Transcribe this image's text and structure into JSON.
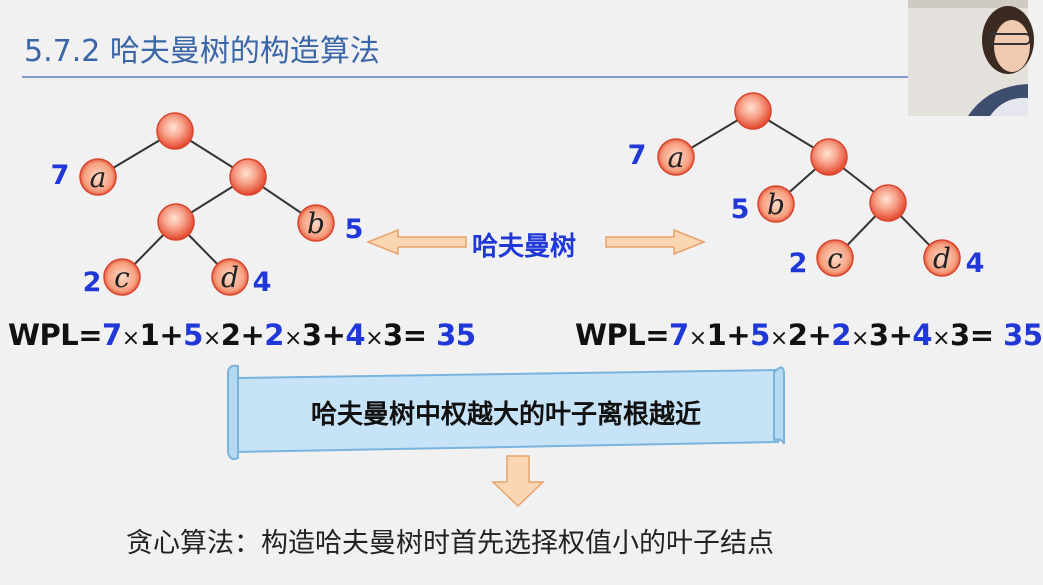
{
  "slide": {
    "title": "5.7.2 哈夫曼树的构造算法"
  },
  "left_tree": {
    "leaves": [
      {
        "letter": "a",
        "weight": "7"
      },
      {
        "letter": "b",
        "weight": "5"
      },
      {
        "letter": "c",
        "weight": "2"
      },
      {
        "letter": "d",
        "weight": "4"
      }
    ]
  },
  "right_tree": {
    "leaves": [
      {
        "letter": "a",
        "weight": "7"
      },
      {
        "letter": "b",
        "weight": "5"
      },
      {
        "letter": "c",
        "weight": "2"
      },
      {
        "letter": "d",
        "weight": "4"
      }
    ]
  },
  "center_label": "哈夫曼树",
  "wpl_left": {
    "prefix": "WPL=",
    "terms": [
      {
        "w": "7",
        "x": "×",
        "d": "1"
      },
      {
        "w": "5",
        "x": "×",
        "d": "2"
      },
      {
        "w": "2",
        "x": "×",
        "d": "3"
      },
      {
        "w": "4",
        "x": "×",
        "d": "3"
      }
    ],
    "equals": "=",
    "result": "35"
  },
  "wpl_right": {
    "prefix": "WPL=",
    "terms": [
      {
        "w": "7",
        "x": "×",
        "d": "1"
      },
      {
        "w": "5",
        "x": "×",
        "d": "2"
      },
      {
        "w": "2",
        "x": "×",
        "d": "3"
      },
      {
        "w": "4",
        "x": "×",
        "d": "3"
      }
    ],
    "equals": "=",
    "result": "35"
  },
  "scroll_text": "哈夫曼树中权越大的叶子离根越近",
  "greedy_text": "贪心算法：构造哈夫曼树时首先选择权值小的叶子结点",
  "colors": {
    "node": "#e8513a",
    "node_highlight": "#ffd7c4",
    "weight_text": "#2138d8",
    "title": "#3a66a8",
    "scroll_fill": "#c5e3f6",
    "arrow_fill": "#fbd6b3"
  }
}
